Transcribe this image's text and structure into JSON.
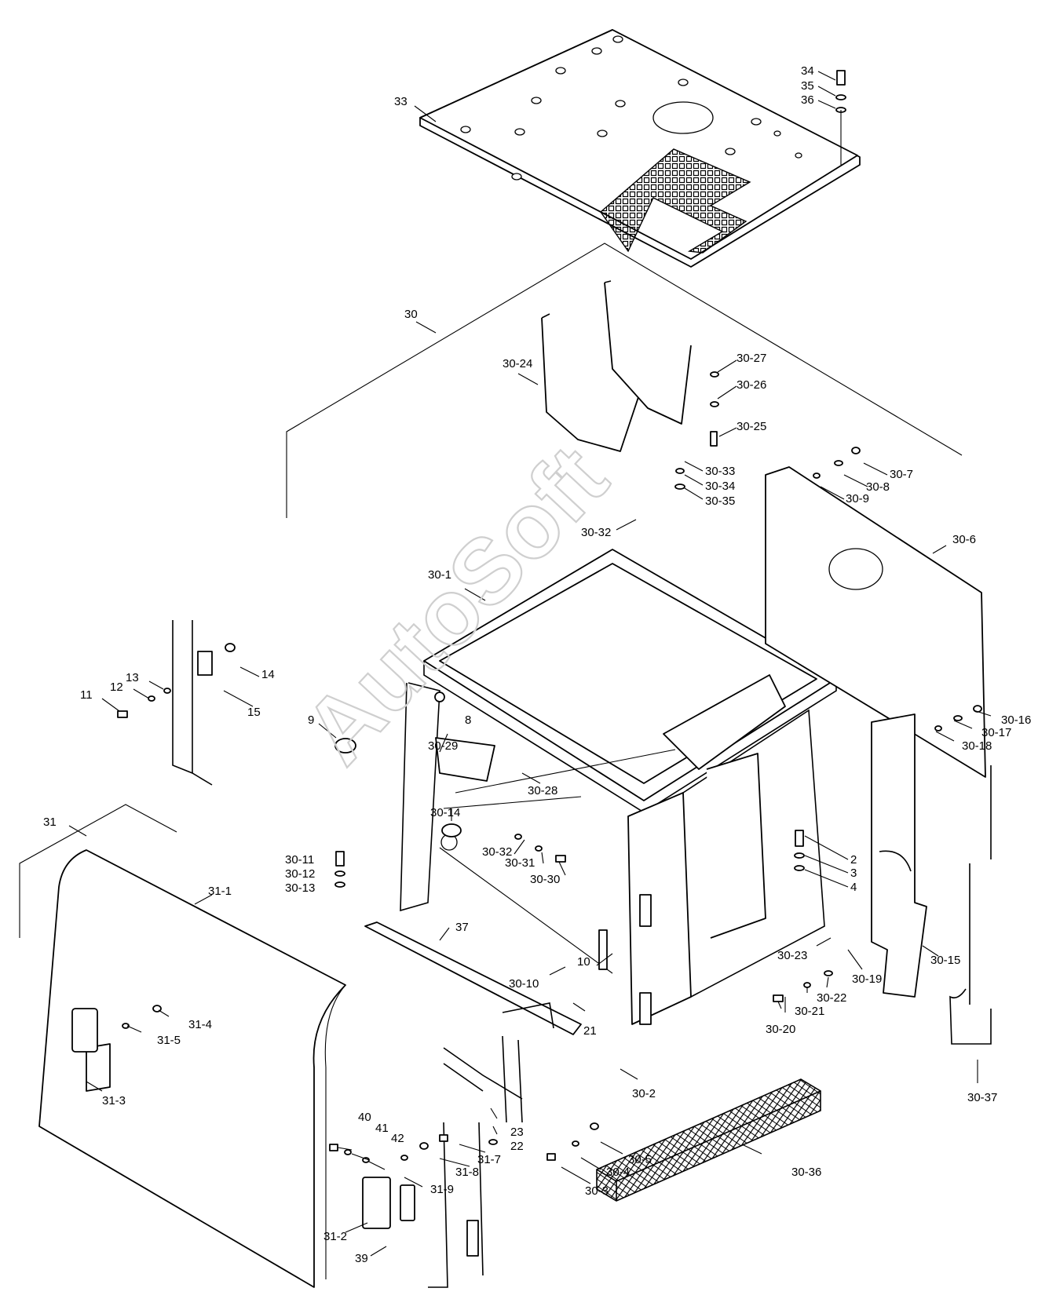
{
  "watermark": "AutoSoft",
  "labels": {
    "l33": "33",
    "l34": "34",
    "l35": "35",
    "l36": "36",
    "l30": "30",
    "l30_24": "30-24",
    "l30_27": "30-27",
    "l30_26": "30-26",
    "l30_25": "30-25",
    "l30_33": "30-33",
    "l30_34": "30-34",
    "l30_35": "30-35",
    "l30_32a": "30-32",
    "l30_7": "30-7",
    "l30_8": "30-8",
    "l30_9": "30-9",
    "l30_6": "30-6",
    "l30_1": "30-1",
    "l14": "14",
    "l13": "13",
    "l12": "12",
    "l11": "11",
    "l15": "15",
    "l9": "9",
    "l8": "8",
    "l30_29": "30-29",
    "l30_28": "30-28",
    "l30_16": "30-16",
    "l30_17": "30-17",
    "l30_18": "30-18",
    "l31": "31",
    "l30_14": "30-14",
    "l30_32b": "30-32",
    "l30_31": "30-31",
    "l30_30": "30-30",
    "l30_11": "30-11",
    "l30_12": "30-12",
    "l30_13": "30-13",
    "l2": "2",
    "l3": "3",
    "l4": "4",
    "l31_1": "31-1",
    "l37": "37",
    "l10": "10",
    "l30_23": "30-23",
    "l30_19": "30-19",
    "l30_15": "30-15",
    "l30_10": "30-10",
    "l30_22": "30-22",
    "l30_21": "30-21",
    "l30_20": "30-20",
    "l31_4": "31-4",
    "l31_5": "31-5",
    "l21": "21",
    "l31_3": "31-3",
    "l30_2": "30-2",
    "l30_37": "30-37",
    "l40": "40",
    "l41": "41",
    "l42": "42",
    "l23": "23",
    "l22": "22",
    "l31_7": "31-7",
    "l30_5": "30-5",
    "l31_8": "31-8",
    "l30_4": "30-4",
    "l30_36": "30-36",
    "l31_9": "31-9",
    "l30_3": "30-3",
    "l31_2": "31-2",
    "l39": "39"
  }
}
